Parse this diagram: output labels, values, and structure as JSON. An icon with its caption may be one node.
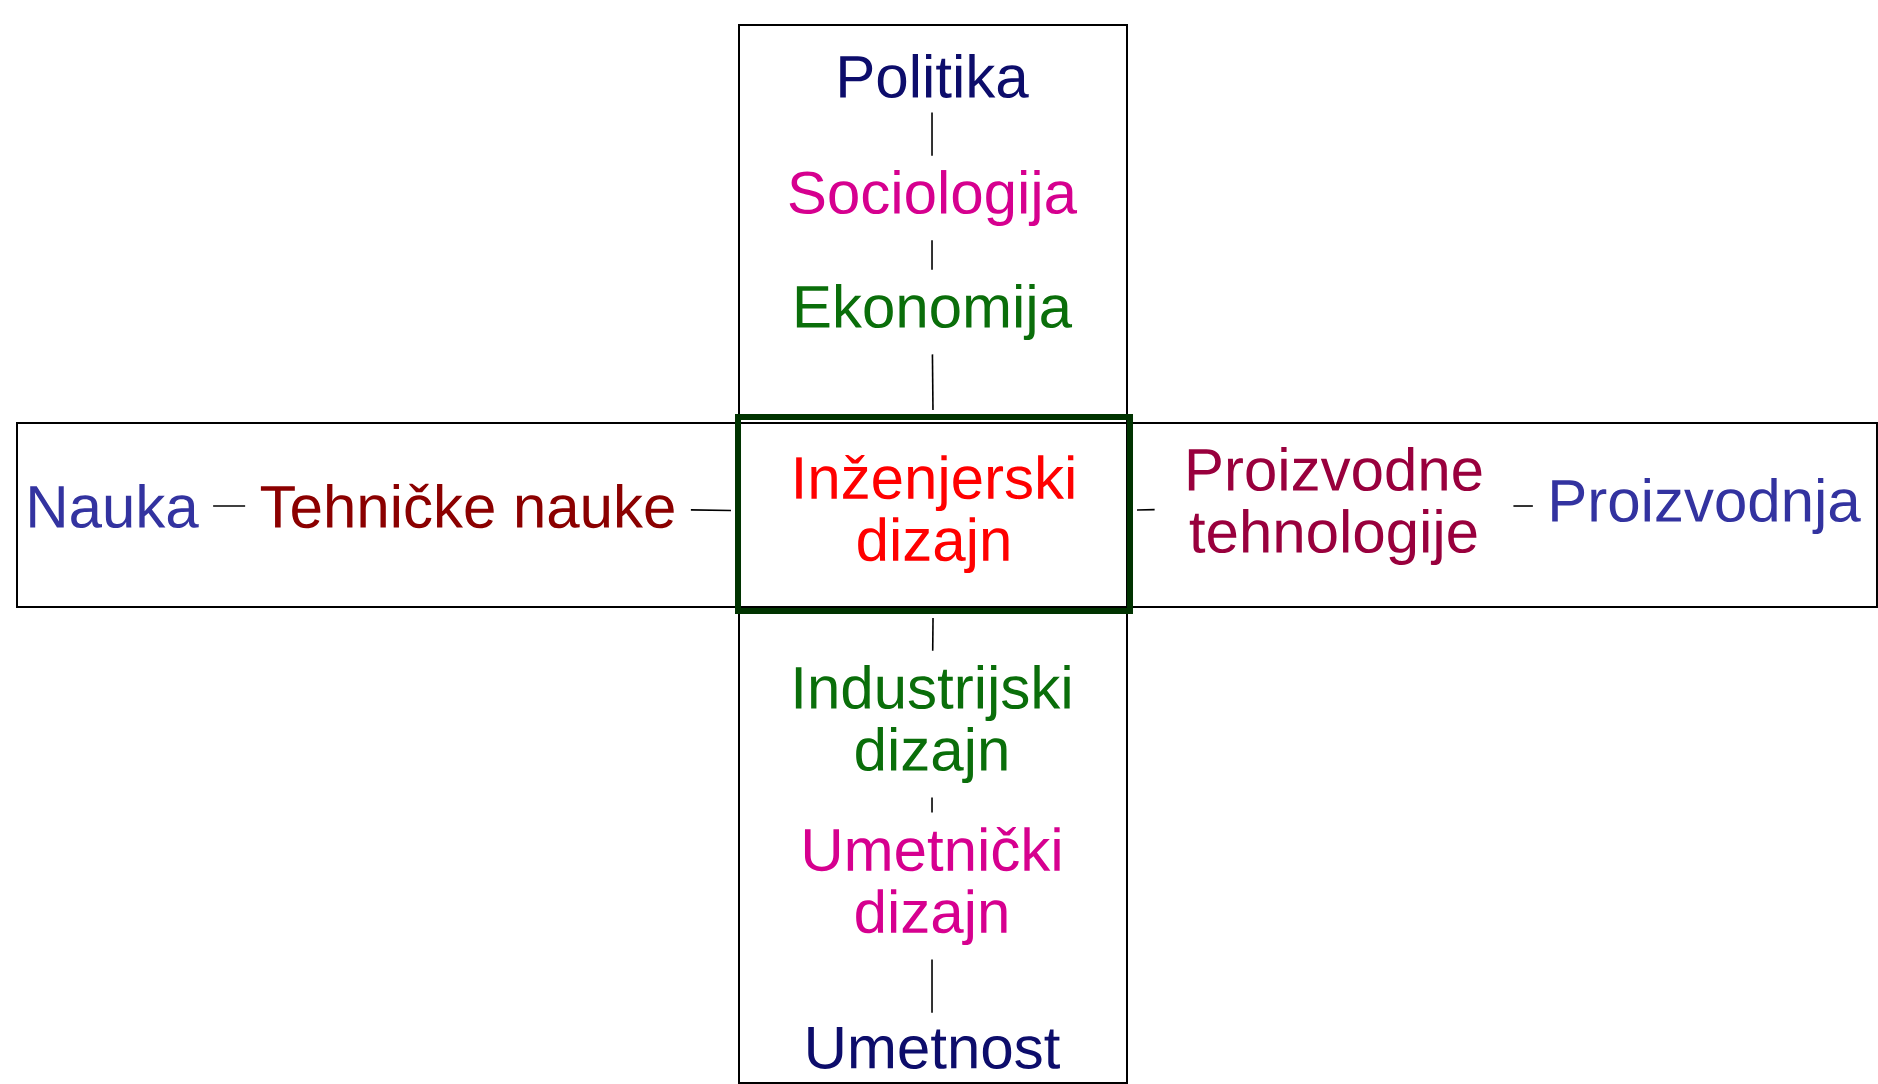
{
  "diagram": {
    "nodes": [
      {
        "text": [],
        "shape": "box"
      },
      {
        "text": [],
        "shape": "box"
      },
      {
        "text": [
          "Politika"
        ],
        "in": 0
      },
      {
        "text": [
          "Sociologija"
        ],
        "in": 0
      },
      {
        "text": [
          "Ekonomija"
        ],
        "in": 0
      },
      {
        "text": [
          "Nauka"
        ],
        "in": 1
      },
      {
        "text": [
          "Tehničke nauke"
        ],
        "in": 1
      },
      {
        "text": [
          "Inženjerski dizajn"
        ]
      },
      {
        "text": [
          "Proizvodne tehnologije"
        ],
        "in": 1
      },
      {
        "text": [
          "Proizvodnja"
        ],
        "in": 1
      },
      {
        "text": [
          "Industrijski dizajn"
        ],
        "in": 0
      },
      {
        "text": [
          "Umetnički dizajn"
        ],
        "in": 0
      },
      {
        "text": [
          "Umetnost"
        ],
        "in": 0
      }
    ],
    "edges": [
      {
        "from": 2,
        "to": 3,
        "arrow": "none"
      },
      {
        "from": 3,
        "to": 4,
        "arrow": "none"
      },
      {
        "from": 4,
        "to": 7,
        "arrow": "none"
      },
      {
        "from": 5,
        "to": 6,
        "arrow": "none"
      },
      {
        "from": 6,
        "to": 7,
        "arrow": "none"
      },
      {
        "from": 7,
        "to": 8,
        "arrow": "none"
      },
      {
        "from": 8,
        "to": 9,
        "arrow": "none"
      },
      {
        "from": 7,
        "to": 10,
        "arrow": "none"
      },
      {
        "from": 10,
        "to": 11,
        "arrow": "none"
      },
      {
        "from": 11,
        "to": 12,
        "arrow": "none"
      }
    ]
  }
}
